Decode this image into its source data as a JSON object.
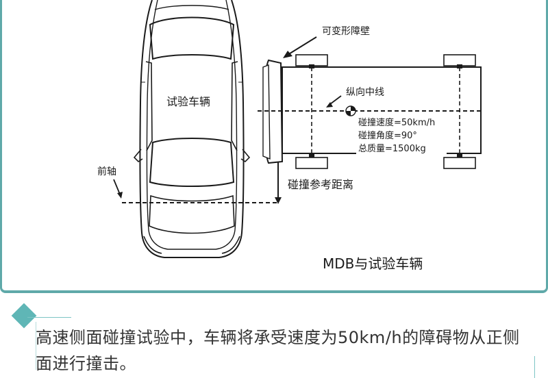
{
  "labels": {
    "test_vehicle": "试验车辆",
    "front_axle": "前轴",
    "deformable_barrier": "可变形障壁",
    "centerline": "纵向中线",
    "speed": "碰撞速度=50km/h",
    "angle": "碰撞角度=90°",
    "mass": "总质量=1500kg",
    "ref_distance": "碰撞参考距离",
    "figure_caption": "MDB与试验车辆"
  },
  "caption": {
    "text": "高速侧面碰撞试验中，车辆将承受速度为50km/h的障碍物从正侧面进行撞击。"
  },
  "colors": {
    "accent": "#5fa9a9",
    "diamond": "#5fb6b6",
    "line": "#1a1a1a"
  }
}
